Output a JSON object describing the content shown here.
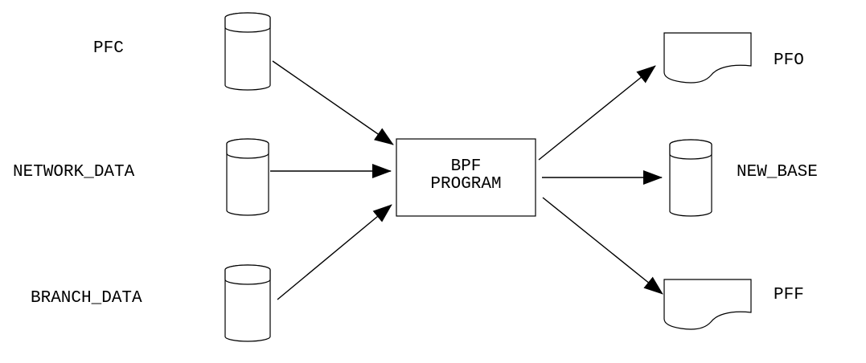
{
  "inputs": [
    {
      "label": "PFC"
    },
    {
      "label": "NETWORK_DATA"
    },
    {
      "label": "BRANCH_DATA"
    }
  ],
  "program": {
    "line1": "BPF",
    "line2": "PROGRAM"
  },
  "outputs": [
    {
      "label": "PFO"
    },
    {
      "label": "NEW_BASE"
    },
    {
      "label": "PFF"
    }
  ]
}
